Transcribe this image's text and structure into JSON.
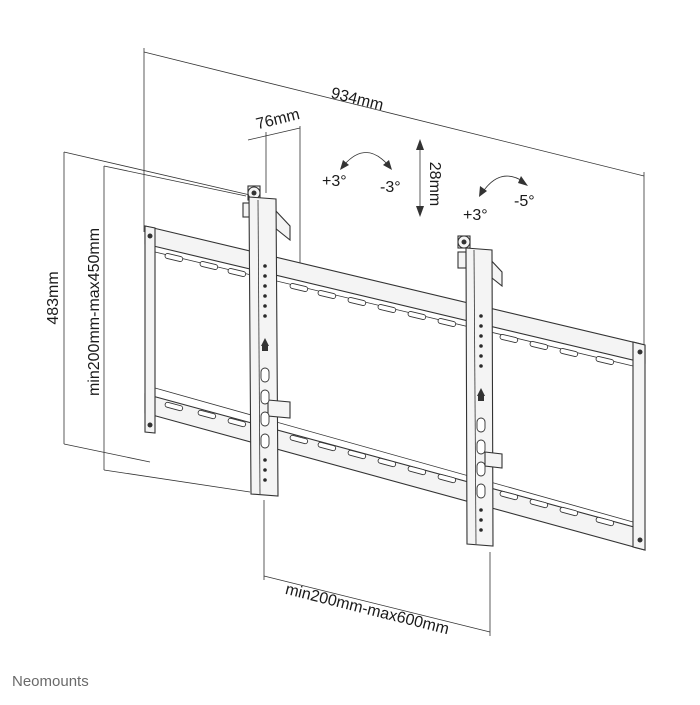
{
  "dimensions": {
    "width": "934mm",
    "height": "483mm",
    "depth": "76mm",
    "vertical_adjust": "28mm",
    "screen_height_range": "min200mm-max450mm",
    "vesa_range": "min200mm-max600mm"
  },
  "tilt_left": {
    "plus": "+3°",
    "minus": "-3°"
  },
  "tilt_right": {
    "plus": "+3°",
    "minus": "-5°"
  },
  "brand": "Neomounts",
  "colors": {
    "line": "#333333",
    "text": "#1a1a1a",
    "brand": "#6a6a6a"
  }
}
